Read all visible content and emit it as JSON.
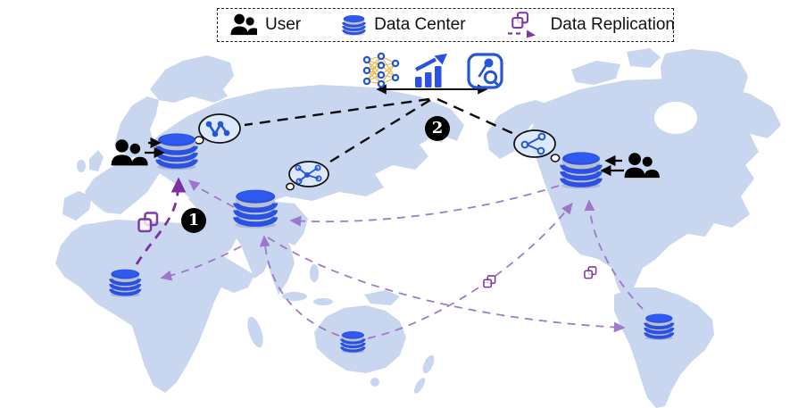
{
  "figure": {
    "legend": {
      "items": [
        {
          "id": "user",
          "label": "User",
          "icon": "users-icon"
        },
        {
          "id": "data-center",
          "label": "Data Center",
          "icon": "database-icon"
        },
        {
          "id": "data-replication",
          "label": "Data Replication",
          "icon": "copy-arrow-icon"
        }
      ]
    },
    "markers": [
      {
        "id": "step-1",
        "label": "1"
      },
      {
        "id": "step-2",
        "label": "2"
      }
    ],
    "analysis_icons": [
      "neural-network-icon",
      "trend-chart-icon",
      "graph-search-icon"
    ],
    "thought_bubbles": [
      {
        "near": "europe-data-center",
        "icon": "zigzag-graph-icon"
      },
      {
        "near": "asia-data-center",
        "icon": "molecule-graph-icon"
      },
      {
        "near": "north-america-data-center",
        "icon": "share-network-icon"
      }
    ],
    "data_centers": [
      "europe",
      "central-asia",
      "africa",
      "north-america",
      "south-america",
      "australia"
    ],
    "users": [
      {
        "location": "europe",
        "arrows": "toward-data-center"
      },
      {
        "location": "north-america",
        "arrows": "toward-data-center"
      }
    ],
    "replication_links": [
      {
        "from": "central-asia",
        "to": "europe"
      },
      {
        "from": "africa",
        "to": "europe",
        "emphasis": "bold"
      },
      {
        "from": "central-asia",
        "to": "africa"
      },
      {
        "from": "north-america",
        "to": "central-asia"
      },
      {
        "from": "australia",
        "to": "central-asia"
      },
      {
        "from": "central-asia",
        "to": "south-america"
      },
      {
        "from": "australia",
        "to": "north-america"
      },
      {
        "from": "south-america",
        "to": "north-america"
      }
    ],
    "colors": {
      "map_land": "#c9d6ef",
      "data_center_blue": "#2b51e3",
      "replication_purple": "#9a6fc6",
      "replication_bold_purple": "#7b2fa2",
      "icon_purple": "#7d3aa5",
      "black": "#111111",
      "bubble_fill": "#dce8fb",
      "bubble_icon_blue": "#2456d8",
      "analysis_net_edge": "#e8b63c"
    }
  }
}
